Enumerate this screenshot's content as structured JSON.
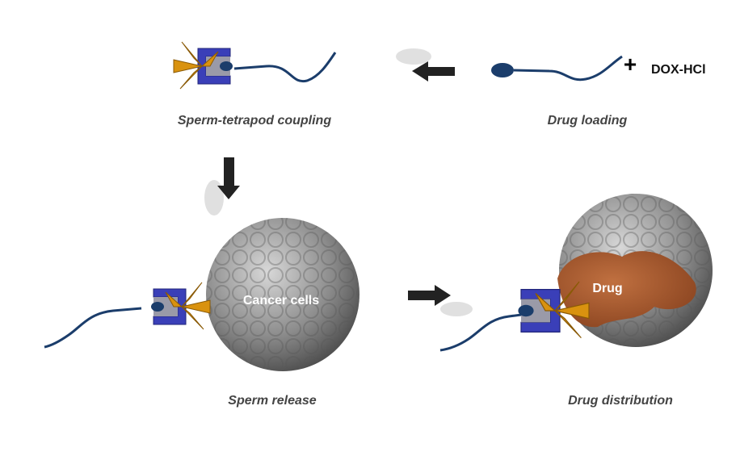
{
  "steps": {
    "coupling": "Sperm-tetrapod coupling",
    "loading": "Drug loading",
    "release": "Sperm release",
    "distribution": "Drug distribution"
  },
  "labels": {
    "plus": "+",
    "drug_name": "DOX-HCl",
    "cancer_cells": "Cancer cells",
    "drug": "Drug"
  },
  "colors": {
    "tube": "#3a3fb8",
    "petal": "#d9920f",
    "sperm": "#1b3d6b",
    "cell": "#8a8a8a",
    "drug": "#a0522d",
    "arrow": "#222222"
  }
}
